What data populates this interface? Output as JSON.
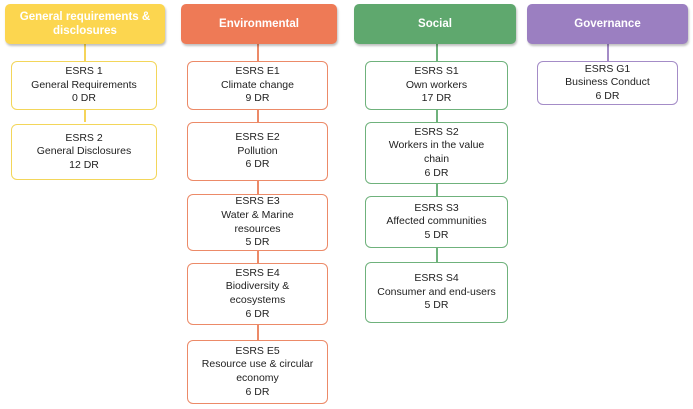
{
  "colors": {
    "general": "#fcd64f",
    "general_border": "#f3d65a",
    "environmental": "#ee7a56",
    "environmental_border": "#ec8a68",
    "social": "#5fa86e",
    "social_border": "#6fb27c",
    "governance": "#9b7fc1",
    "governance_border": "#a48cc7"
  },
  "columns": {
    "general": {
      "header": "General requirements & disclosures",
      "nodes": [
        {
          "code": "ESRS 1",
          "name": "General Requirements",
          "dr": "0 DR"
        },
        {
          "code": "ESRS 2",
          "name": "General Disclosures",
          "dr": "12 DR"
        }
      ]
    },
    "environmental": {
      "header": "Environmental",
      "nodes": [
        {
          "code": "ESRS E1",
          "name": "Climate change",
          "dr": "9 DR"
        },
        {
          "code": "ESRS E2",
          "name": "Pollution",
          "dr": "6 DR"
        },
        {
          "code": "ESRS E3",
          "name": "Water & Marine resources",
          "dr": "5 DR"
        },
        {
          "code": "ESRS E4",
          "name": "Biodiversity & ecosystems",
          "dr": "6 DR"
        },
        {
          "code": "ESRS E5",
          "name": "Resource use & circular economy",
          "dr": "6 DR"
        }
      ]
    },
    "social": {
      "header": "Social",
      "nodes": [
        {
          "code": "ESRS S1",
          "name": "Own workers",
          "dr": "17 DR"
        },
        {
          "code": "ESRS S2",
          "name": "Workers in the value chain",
          "dr": "6 DR"
        },
        {
          "code": "ESRS S3",
          "name": "Affected communities",
          "dr": "5 DR"
        },
        {
          "code": "ESRS S4",
          "name": "Consumer and end-users",
          "dr": "5 DR"
        }
      ]
    },
    "governance": {
      "header": "Governance",
      "nodes": [
        {
          "code": "ESRS G1",
          "name": "Business Conduct",
          "dr": "6 DR"
        }
      ]
    }
  }
}
